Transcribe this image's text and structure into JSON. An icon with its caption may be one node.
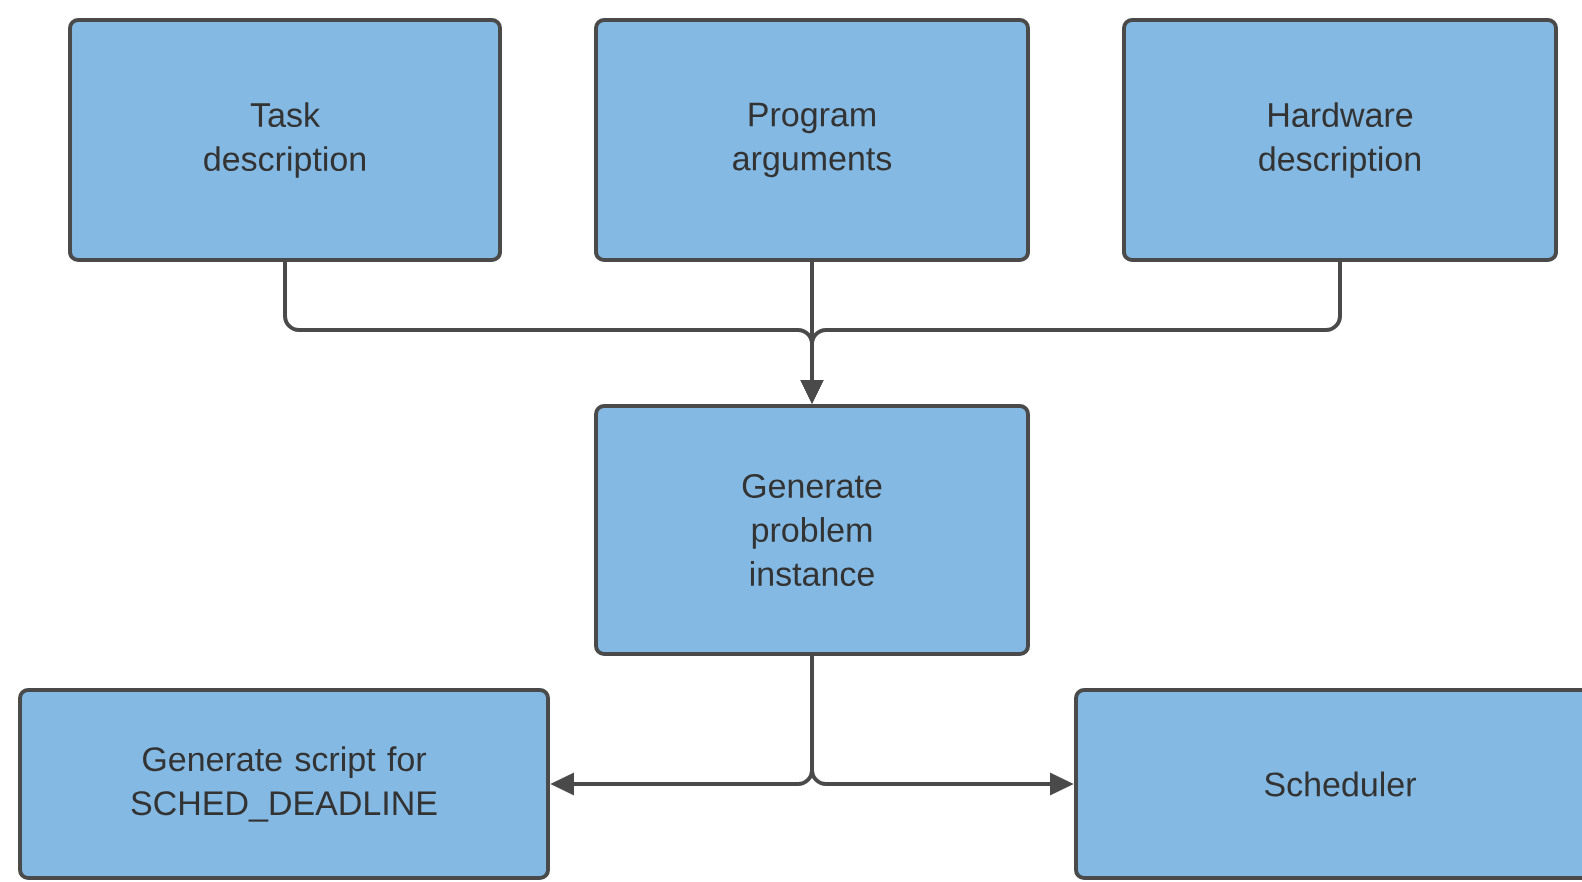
{
  "diagram": {
    "nodes": [
      {
        "text": [
          "Task description"
        ]
      },
      {
        "text": [
          "Program arguments"
        ]
      },
      {
        "text": [
          "Hardware description"
        ]
      },
      {
        "text": [
          "Generate problem instance"
        ]
      },
      {
        "text": [
          "Generate script for SCHED_DEADLINE"
        ]
      },
      {
        "text": [
          "Scheduler"
        ]
      }
    ],
    "edges": [
      {
        "from": 0,
        "to": 3,
        "arrow": "to"
      },
      {
        "from": 1,
        "to": 3,
        "arrow": "to"
      },
      {
        "from": 2,
        "to": 3,
        "arrow": "to"
      },
      {
        "from": 3,
        "to": 4,
        "arrow": "to"
      },
      {
        "from": 3,
        "to": 5,
        "arrow": "to"
      }
    ]
  }
}
